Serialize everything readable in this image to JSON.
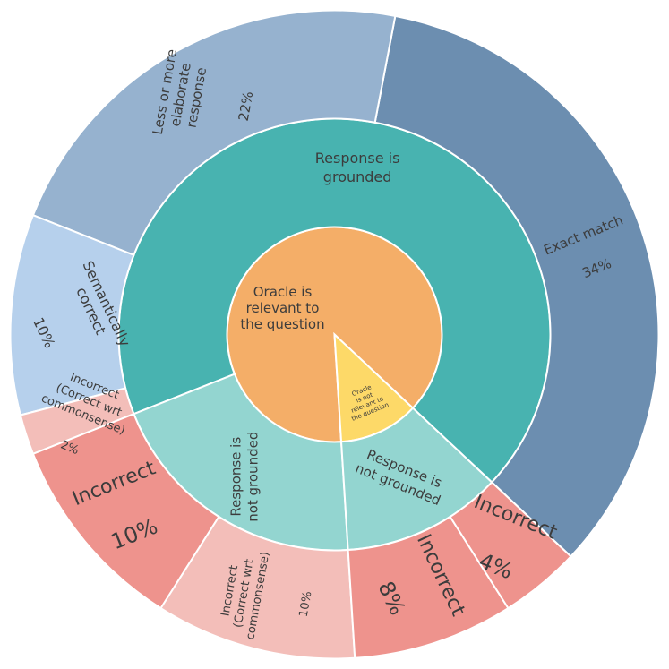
{
  "chart_data": {
    "type": "sunburst",
    "title": "",
    "colors": {
      "center_relevant": "#F4AE68",
      "center_not_relevant": "#FDD968",
      "grounded": "#48B3B0",
      "not_grounded": "#93D5D0",
      "exact_match": "#6C8EB0",
      "elaborate": "#96B2CF",
      "semantic": "#B6D0EC",
      "incorrect_commonsense": "#F3BEB9",
      "incorrect": "#EE938D",
      "stroke": "#ffffff"
    },
    "nodes": [
      {
        "id": "relevant",
        "parent": "",
        "ring": 0,
        "start": 0,
        "end": 88,
        "color_key": "center_relevant",
        "label": "Oracle is\nrelevant to\nthe question"
      },
      {
        "id": "not_relevant",
        "parent": "",
        "ring": 0,
        "start": 88,
        "end": 100,
        "color_key": "center_not_relevant",
        "label": "Oracle\nis not\nrelevant to\nthe question"
      },
      {
        "id": "grounded",
        "parent": "relevant",
        "ring": 1,
        "start": 0,
        "end": 68,
        "color_key": "grounded",
        "label": "Response is\ngrounded"
      },
      {
        "id": "not_grounded_a",
        "parent": "relevant",
        "ring": 1,
        "start": 68,
        "end": 88,
        "color_key": "not_grounded",
        "label": "Response is\nnot grounded"
      },
      {
        "id": "not_grounded_b",
        "parent": "not_relevant",
        "ring": 1,
        "start": 88,
        "end": 100,
        "color_key": "not_grounded",
        "label": "Response is\nnot grounded"
      },
      {
        "id": "exact_match",
        "parent": "grounded",
        "ring": 2,
        "start": 0,
        "end": 34,
        "color_key": "exact_match",
        "label": "Exact match",
        "value_label": "34%"
      },
      {
        "id": "elaborate",
        "parent": "grounded",
        "ring": 2,
        "start": 34,
        "end": 56,
        "color_key": "elaborate",
        "label": "Less or more\nelaborate\nresponse",
        "value_label": "22%"
      },
      {
        "id": "semantic",
        "parent": "grounded",
        "ring": 2,
        "start": 56,
        "end": 66,
        "color_key": "semantic",
        "label": "Semantically\ncorrect",
        "value_label": "10%"
      },
      {
        "id": "incorrect_cs_a",
        "parent": "grounded",
        "ring": 2,
        "start": 66,
        "end": 68,
        "color_key": "incorrect_commonsense",
        "label": "Incorrect\n(Correct wrt\ncommonsense)",
        "value_label": "2%"
      },
      {
        "id": "incorrect_a",
        "parent": "not_grounded_a",
        "ring": 2,
        "start": 68,
        "end": 78,
        "color_key": "incorrect",
        "label": "Incorrect",
        "value_label": "10%"
      },
      {
        "id": "incorrect_cs_b",
        "parent": "not_grounded_a",
        "ring": 2,
        "start": 78,
        "end": 88,
        "color_key": "incorrect_commonsense",
        "label": "Incorrect\n(Correct wrt\ncommonsense)",
        "value_label": "10%"
      },
      {
        "id": "incorrect_b",
        "parent": "not_grounded_b",
        "ring": 2,
        "start": 88,
        "end": 96,
        "color_key": "incorrect",
        "label": "Incorrect",
        "value_label": "8%"
      },
      {
        "id": "incorrect_c",
        "parent": "not_grounded_b",
        "ring": 2,
        "start": 96,
        "end": 100,
        "color_key": "incorrect",
        "label": "Incorrect",
        "value_label": "4%"
      }
    ]
  }
}
